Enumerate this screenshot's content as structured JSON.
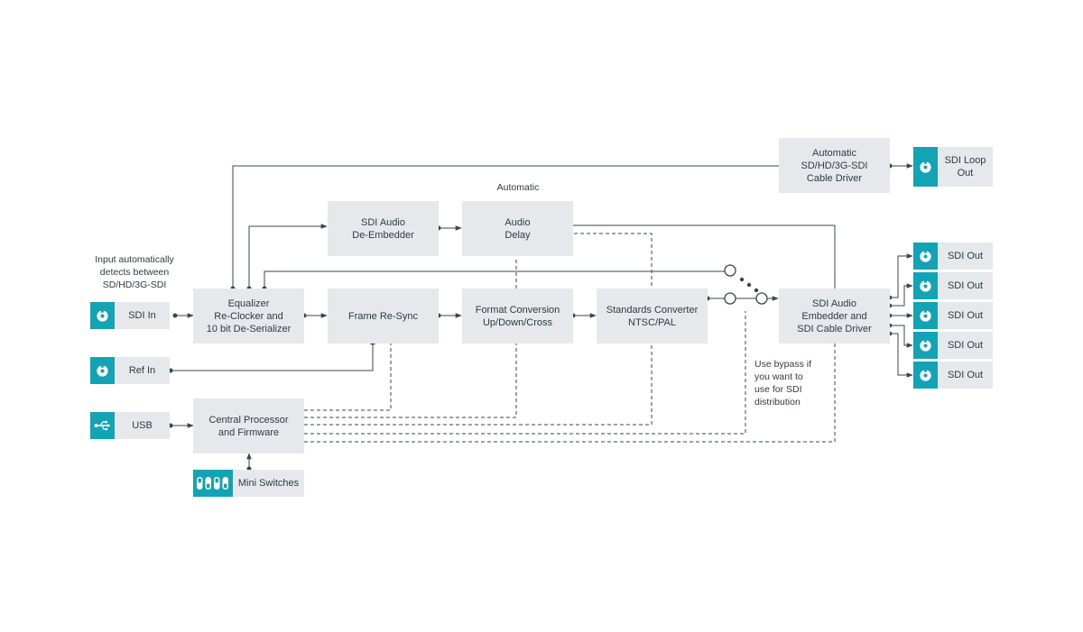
{
  "labels": {
    "input_note": [
      "Input automatically",
      "detects between",
      "SD/HD/3G-SDI"
    ],
    "automatic": "Automatic",
    "bypass_note": [
      "Use bypass if",
      "you want to",
      "use for SDI",
      "distribution"
    ]
  },
  "blocks": {
    "equalizer": [
      "Equalizer",
      "Re-Clocker and",
      "10 bit De-Serializer"
    ],
    "de_embedder": [
      "SDI Audio",
      "De-Embedder"
    ],
    "audio_delay": [
      "Audio",
      "Delay"
    ],
    "frame_resync": [
      "Frame Re-Sync"
    ],
    "format_conversion": [
      "Format Conversion",
      "Up/Down/Cross"
    ],
    "standards_converter": [
      "Standards Converter",
      "NTSC/PAL"
    ],
    "embedder": [
      "SDI Audio",
      "Embedder and",
      "SDI Cable Driver"
    ],
    "cable_driver": [
      "Automatic",
      "SD/HD/3G-SDI",
      "Cable Driver"
    ],
    "cpu": [
      "Central Processor",
      "and Firmware"
    ]
  },
  "ports": {
    "sdi_in": [
      "SDI In"
    ],
    "ref_in": [
      "Ref In"
    ],
    "usb": [
      "USB"
    ],
    "mini_switches": [
      "Mini Switches"
    ],
    "loop_out": [
      "SDI Loop",
      "Out"
    ],
    "sdi_out": [
      [
        "SDI Out"
      ],
      [
        "SDI Out"
      ],
      [
        "SDI Out"
      ],
      [
        "SDI Out"
      ],
      [
        "SDI Out"
      ]
    ]
  },
  "icons": {
    "sdi": "bnc-connector-icon",
    "usb": "usb-icon",
    "switches": "dip-switch-icon"
  },
  "colors": {
    "accent": "#12a3b5",
    "block": "#e6e8eb",
    "line": "#3b4550"
  }
}
